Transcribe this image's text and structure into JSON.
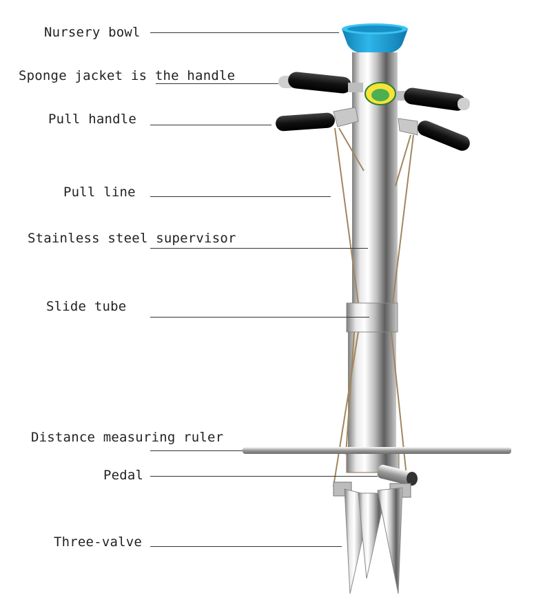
{
  "labels": {
    "nursery_bowl": "Nursery bowl",
    "sponge_jacket": "Sponge jacket is the handle",
    "pull_handle": "Pull handle",
    "pull_line": "Pull line",
    "stainless_steel_supervisor": "Stainless steel supervisor",
    "slide_tube": "Slide tube",
    "distance_measuring_ruler": "Distance measuring ruler",
    "pedal": "Pedal",
    "three_valve": "Three-valve"
  },
  "colors": {
    "bowl": "#1ea0d8",
    "grip": "#1a1a1a",
    "steel_light": "#f2f2f2",
    "steel_dark": "#8a8a8a",
    "badge": "#4caf50"
  }
}
